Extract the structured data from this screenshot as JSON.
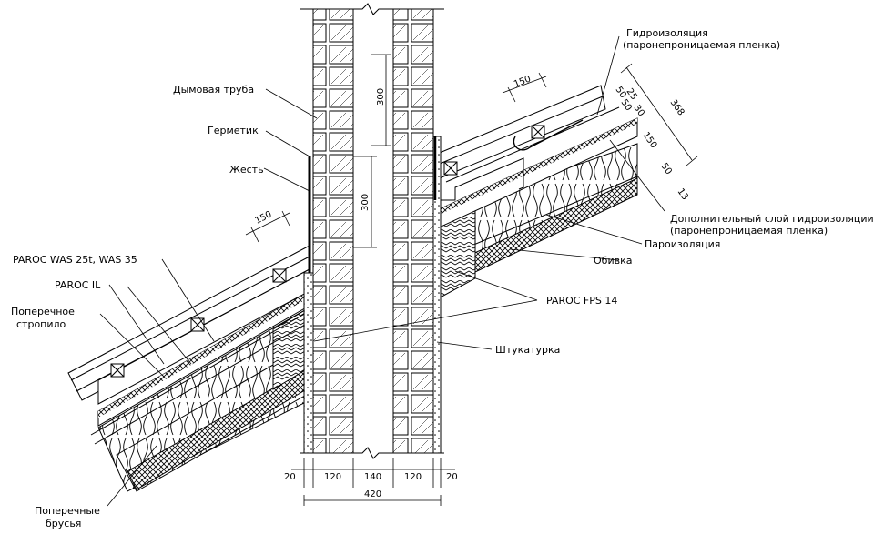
{
  "labels": {
    "chimney": "Дымовая труба",
    "sealant": "Герметик",
    "tin": "Жесть",
    "paroc_was": "PAROC WAS 25t, WAS 35",
    "paroc_il": "PAROC IL",
    "cross_rafter_1": "Поперечное",
    "cross_rafter_2": "стропило",
    "cross_bars_1": "Поперечные",
    "cross_bars_2": "брусья",
    "waterproof_1": "Гидроизоляция",
    "waterproof_2": "(паронепроницаемая пленка)",
    "extra_layer_1": "Дополнительный слой гидроизоляции",
    "extra_layer_2": "(паронепроницаемая пленка)",
    "vapor_barrier": "Пароизоляция",
    "cladding": "Обивка",
    "paroc_fps": "PAROC FPS 14",
    "plaster": "Штукатурка"
  },
  "dimensions": {
    "d300_top": "300",
    "d300_mid": "300",
    "d150_left": "150",
    "d150_right": "150",
    "d50a": "50",
    "d25": "25",
    "d50b": "50",
    "d30": "30",
    "d368": "368",
    "d150_side": "150",
    "d50c": "50",
    "d13": "13",
    "bottom": [
      "20",
      "120",
      "140",
      "120",
      "20"
    ],
    "total": "420"
  }
}
